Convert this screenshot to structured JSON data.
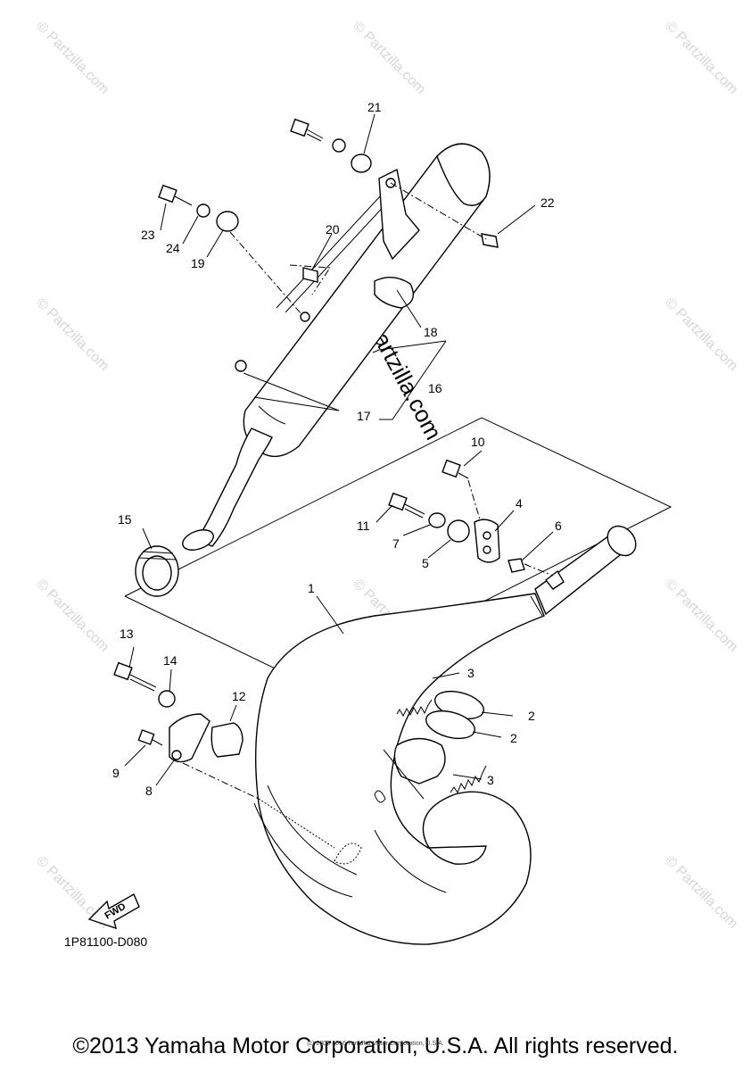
{
  "diagram": {
    "code": "1P81100-D080",
    "fwd_label": "FWD",
    "watermark_text": "© Partzilla.com",
    "callouts": [
      "1",
      "2",
      "2",
      "3",
      "3",
      "4",
      "5",
      "6",
      "7",
      "8",
      "9",
      "10",
      "11",
      "12",
      "13",
      "14",
      "15",
      "16",
      "17",
      "18",
      "19",
      "20",
      "21",
      "22",
      "23",
      "24"
    ]
  },
  "footer": {
    "copyright": "©2013 Yamaha Motor Corporation, U.S.A. All rights reserved.",
    "fineprint": "(c) 2005-2016 Yamaha Motor Corporation, U.S.A."
  }
}
